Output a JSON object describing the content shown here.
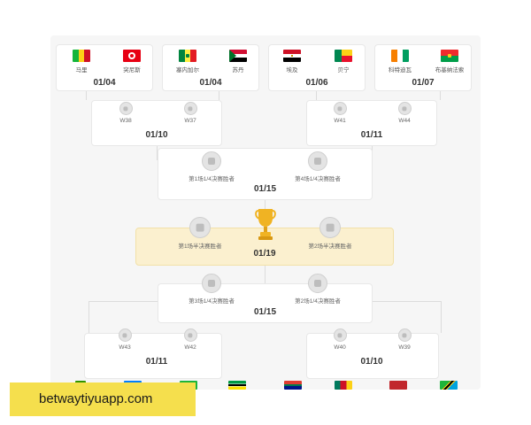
{
  "bracket": {
    "r16_top": [
      {
        "team_a": "马里",
        "team_b": "突尼斯",
        "date": "01/04"
      },
      {
        "team_a": "塞内加尔",
        "team_b": "苏丹",
        "date": "01/04"
      },
      {
        "team_a": "埃及",
        "team_b": "贝宁",
        "date": "01/06"
      },
      {
        "team_a": "科特迪瓦",
        "team_b": "布基纳法索",
        "date": "01/07"
      }
    ],
    "qf_top": [
      {
        "slot_a": "W38",
        "slot_b": "W37",
        "date": "01/10"
      },
      {
        "slot_a": "W41",
        "slot_b": "W44",
        "date": "01/11"
      }
    ],
    "sf_top": {
      "slot_a": "第1场1/4决赛胜者",
      "slot_b": "第4场1/4决赛胜者",
      "date": "01/15"
    },
    "final": {
      "slot_a": "第1场半决赛胜者",
      "slot_b": "第2场半决赛胜者",
      "date": "01/19"
    },
    "sf_bottom": {
      "slot_a": "第3场1/4决赛胜者",
      "slot_b": "第2场1/4决赛胜者",
      "date": "01/15"
    },
    "qf_bottom": [
      {
        "slot_a": "W43",
        "slot_b": "W42",
        "date": "01/11"
      },
      {
        "slot_a": "W40",
        "slot_b": "W39",
        "date": "01/10"
      }
    ]
  },
  "flags": {
    "mali": [
      "#14b53a",
      "#fcd116",
      "#ce1126"
    ],
    "tunisia": "#e70013",
    "senegal": [
      "#00853f",
      "#fdef42",
      "#e31b23"
    ],
    "sudan": [
      "#d21034",
      "#ffffff",
      "#000000",
      "#007229"
    ],
    "egypt": [
      "#ce1126",
      "#ffffff",
      "#000000"
    ],
    "benin": [
      "#008751",
      "#fcd116",
      "#e8112d"
    ],
    "ivory_coast": [
      "#f77f00",
      "#ffffff",
      "#009e60"
    ],
    "burkina_faso": [
      "#ef2b2d",
      "#009e49",
      "#fcd116"
    ]
  },
  "watermark": {
    "text": "betwaytiyuapp.com",
    "bg": "#f5df4d"
  }
}
